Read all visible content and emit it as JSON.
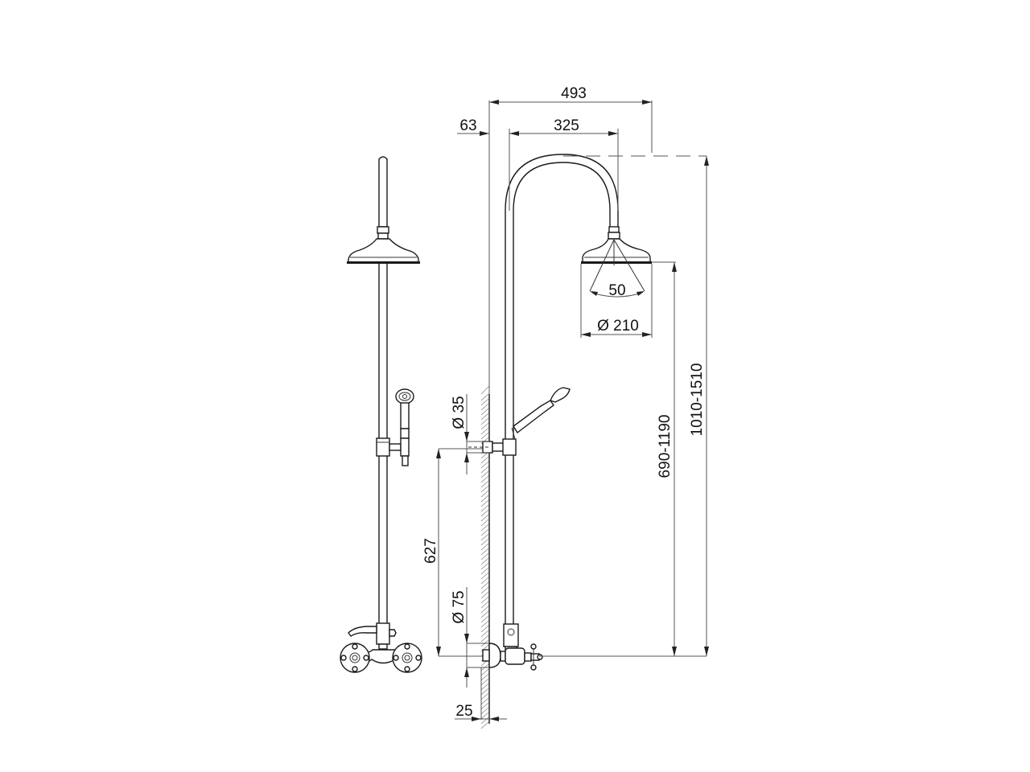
{
  "drawing": {
    "title": "Shower column technical dimension drawing",
    "views": [
      "front-view",
      "side-view"
    ],
    "dimensions": {
      "total_projection": "493",
      "arm_projection": "325",
      "wall_offset": "63",
      "head_angle": "50",
      "head_diameter": "Ø 210",
      "head_height": "690-1190",
      "total_height": "1010-1510",
      "bracket_diameter": "Ø 35",
      "bracket_to_inlet": "627",
      "flange_diameter": "Ø 75",
      "inlet_depth": "25"
    },
    "colors": {
      "line": "#1a1a1a",
      "dimension": "#555555",
      "background": "#ffffff"
    }
  }
}
